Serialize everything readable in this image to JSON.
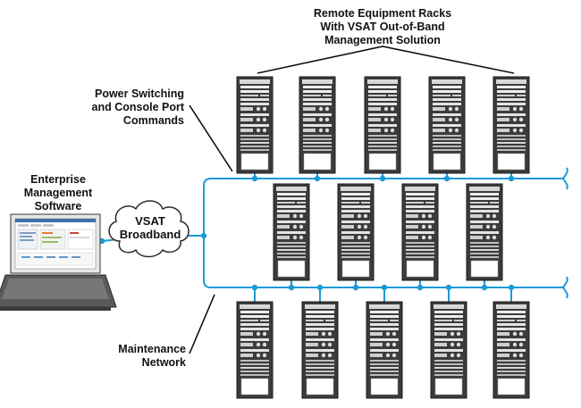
{
  "labels": {
    "remote_racks": [
      "Remote Equipment Racks",
      "With VSAT Out-of-Band",
      "Management Solution"
    ],
    "power_switching": [
      "Power Switching",
      "and Console Port",
      "Commands"
    ],
    "enterprise": [
      "Enterprise",
      "Management",
      "Software"
    ],
    "vsat": [
      "VSAT",
      "Broadband"
    ],
    "maintenance": [
      "Maintenance",
      "Network"
    ]
  },
  "racks": {
    "top_row": [
      "rack-1",
      "rack-2",
      "rack-3",
      "rack-4",
      "rack-5"
    ],
    "middle_row": [
      "rack-6",
      "rack-7",
      "rack-8",
      "rack-9"
    ],
    "bottom_row": [
      "rack-10",
      "rack-11",
      "rack-12",
      "rack-13",
      "rack-14"
    ]
  },
  "colors": {
    "network_line": "#1b9ad6",
    "node": "#1b9ad6",
    "rack_frame": "#2a2a2a",
    "rack_body": "#3a3a3a",
    "label_text": "#111111"
  },
  "icons": {
    "computer": "laptop-computer-icon",
    "cloud": "cloud-icon"
  }
}
